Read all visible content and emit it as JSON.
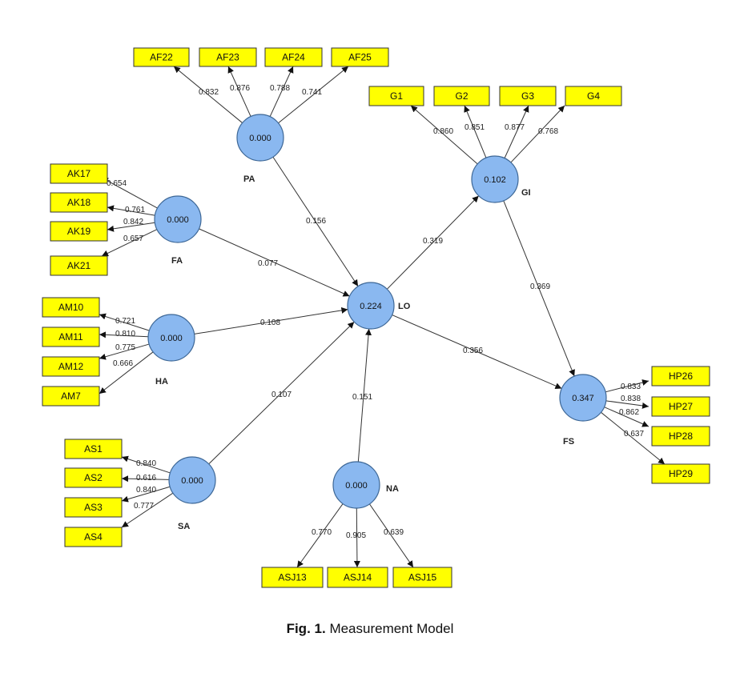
{
  "caption": {
    "label": "Fig. 1.",
    "text": "Measurement Model"
  },
  "colors": {
    "indicator_fill": "#ffff00",
    "latent_fill": "#8ab8f0",
    "edge": "#333333"
  },
  "latent_variables": [
    {
      "id": "PA",
      "name": "PA",
      "value": "0.000"
    },
    {
      "id": "FA",
      "name": "FA",
      "value": "0.000"
    },
    {
      "id": "HA",
      "name": "HA",
      "value": "0.000"
    },
    {
      "id": "SA",
      "name": "SA",
      "value": "0.000"
    },
    {
      "id": "NA",
      "name": "NA",
      "value": "0.000"
    },
    {
      "id": "LO",
      "name": "LO",
      "value": "0.224"
    },
    {
      "id": "GI",
      "name": "GI",
      "value": "0.102"
    },
    {
      "id": "FS",
      "name": "FS",
      "value": "0.347"
    }
  ],
  "indicators": [
    {
      "id": "AF22",
      "label": "AF22",
      "construct": "PA",
      "loading": "0.832"
    },
    {
      "id": "AF23",
      "label": "AF23",
      "construct": "PA",
      "loading": "0.876"
    },
    {
      "id": "AF24",
      "label": "AF24",
      "construct": "PA",
      "loading": "0.788"
    },
    {
      "id": "AF25",
      "label": "AF25",
      "construct": "PA",
      "loading": "0.741"
    },
    {
      "id": "G1",
      "label": "G1",
      "construct": "GI",
      "loading": "0.860"
    },
    {
      "id": "G2",
      "label": "G2",
      "construct": "GI",
      "loading": "0.851"
    },
    {
      "id": "G3",
      "label": "G3",
      "construct": "GI",
      "loading": "0.877"
    },
    {
      "id": "G4",
      "label": "G4",
      "construct": "GI",
      "loading": "0.768"
    },
    {
      "id": "AK17",
      "label": "AK17",
      "construct": "FA",
      "loading": "0.654"
    },
    {
      "id": "AK18",
      "label": "AK18",
      "construct": "FA",
      "loading": "0.761"
    },
    {
      "id": "AK19",
      "label": "AK19",
      "construct": "FA",
      "loading": "0.842"
    },
    {
      "id": "AK21",
      "label": "AK21",
      "construct": "FA",
      "loading": "0.657"
    },
    {
      "id": "AM10",
      "label": "AM10",
      "construct": "HA",
      "loading": "0.721"
    },
    {
      "id": "AM11",
      "label": "AM11",
      "construct": "HA",
      "loading": "0.810"
    },
    {
      "id": "AM12",
      "label": "AM12",
      "construct": "HA",
      "loading": "0.775"
    },
    {
      "id": "AM7",
      "label": "AM7",
      "construct": "HA",
      "loading": "0.666"
    },
    {
      "id": "AS1",
      "label": "AS1",
      "construct": "SA",
      "loading": "0.840"
    },
    {
      "id": "AS2",
      "label": "AS2",
      "construct": "SA",
      "loading": "0.616"
    },
    {
      "id": "AS3",
      "label": "AS3",
      "construct": "SA",
      "loading": "0.840"
    },
    {
      "id": "AS4",
      "label": "AS4",
      "construct": "SA",
      "loading": "0.777"
    },
    {
      "id": "ASJ13",
      "label": "ASJ13",
      "construct": "NA",
      "loading": "0.770"
    },
    {
      "id": "ASJ14",
      "label": "ASJ14",
      "construct": "NA",
      "loading": "0.905"
    },
    {
      "id": "ASJ15",
      "label": "ASJ15",
      "construct": "NA",
      "loading": "0.639"
    },
    {
      "id": "HP26",
      "label": "HP26",
      "construct": "FS",
      "loading": "0.833"
    },
    {
      "id": "HP27",
      "label": "HP27",
      "construct": "FS",
      "loading": "0.838"
    },
    {
      "id": "HP28",
      "label": "HP28",
      "construct": "FS",
      "loading": "0.862"
    },
    {
      "id": "HP29",
      "label": "HP29",
      "construct": "FS",
      "loading": "0.637"
    }
  ],
  "paths": [
    {
      "from": "PA",
      "to": "LO",
      "coefficient": "0.156"
    },
    {
      "from": "FA",
      "to": "LO",
      "coefficient": "0.077"
    },
    {
      "from": "HA",
      "to": "LO",
      "coefficient": "0.108"
    },
    {
      "from": "SA",
      "to": "LO",
      "coefficient": "0.107"
    },
    {
      "from": "NA",
      "to": "LO",
      "coefficient": "0.151"
    },
    {
      "from": "LO",
      "to": "GI",
      "coefficient": "0.319"
    },
    {
      "from": "GI",
      "to": "FS",
      "coefficient": "0.369"
    },
    {
      "from": "LO",
      "to": "FS",
      "coefficient": "0.356"
    }
  ]
}
